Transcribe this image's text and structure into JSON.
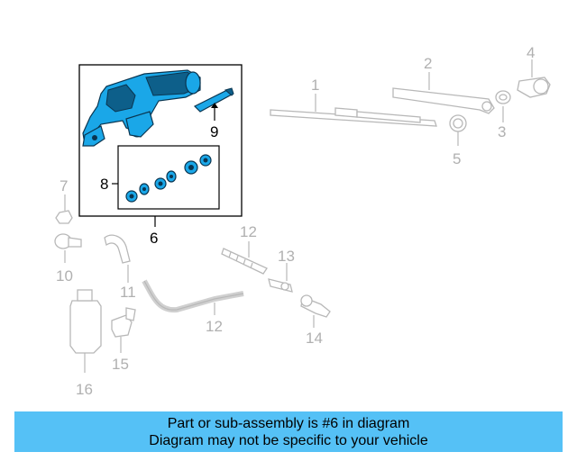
{
  "diagram": {
    "callouts": {
      "c1": "1",
      "c2": "2",
      "c3": "3",
      "c4": "4",
      "c5": "5",
      "c6": "6",
      "c7": "7",
      "c8": "8",
      "c9": "9",
      "c10": "10",
      "c11": "11",
      "c12a": "12",
      "c12b": "12",
      "c13": "13",
      "c14": "14",
      "c15": "15",
      "c16": "16"
    },
    "highlight_color": "#1aa7e8",
    "part_gray": "#b8b8b8"
  },
  "notice": {
    "line1": "Part or sub-assembly is #6 in diagram",
    "line2": "Diagram may not be specific to your vehicle",
    "background": "#55c1f6"
  }
}
